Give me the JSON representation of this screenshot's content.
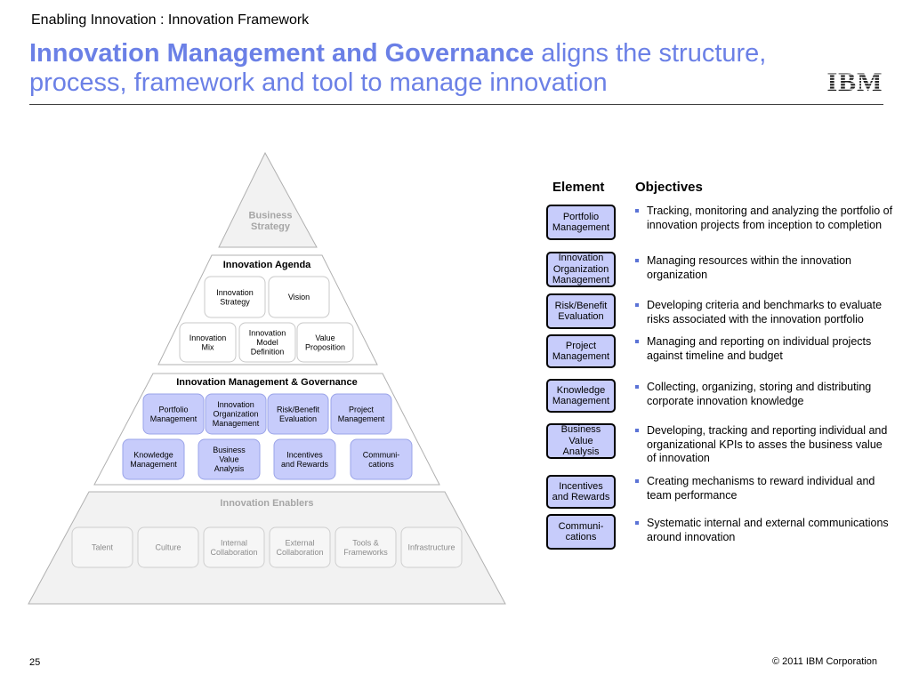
{
  "slide": {
    "kicker": "Enabling Innovation : Innovation Framework",
    "title_bold": "Innovation Management and Governance",
    "title_rest_line1": " aligns the structure,",
    "title_line2": "process, framework and tool to manage innovation",
    "logo": "IBM",
    "page_number": "25",
    "copyright": "© 2011 IBM Corporation"
  },
  "pyramid": {
    "apex_label": [
      "Business",
      "Strategy"
    ],
    "agenda": {
      "title": "Innovation Agenda",
      "row1": [
        [
          "Innovation",
          "Strategy"
        ],
        [
          "Vision"
        ]
      ],
      "row2": [
        [
          "Innovation",
          "Mix"
        ],
        [
          "Innovation",
          "Model",
          "Definition"
        ],
        [
          "Value",
          "Proposition"
        ]
      ]
    },
    "governance": {
      "title": "Innovation Management & Governance",
      "row1": [
        [
          "Portfolio",
          "Management"
        ],
        [
          "Innovation",
          "Organization",
          "Management"
        ],
        [
          "Risk/Benefit",
          "Evaluation"
        ],
        [
          "Project",
          "Management"
        ]
      ],
      "row2": [
        [
          "Knowledge",
          "Management"
        ],
        [
          "Business",
          "Value",
          "Analysis"
        ],
        [
          "Incentives",
          "and Rewards"
        ],
        [
          "Communi-",
          "cations"
        ]
      ]
    },
    "enablers": {
      "title": "Innovation Enablers",
      "items": [
        [
          "Talent"
        ],
        [
          "Culture"
        ],
        [
          "Internal",
          "Collaboration"
        ],
        [
          "External",
          "Collaboration"
        ],
        [
          "Tools &",
          "Frameworks"
        ],
        [
          "Infrastructure"
        ]
      ]
    }
  },
  "table": {
    "header_element": "Element",
    "header_objectives": "Objectives",
    "rows": [
      {
        "element": "Portfolio\nManagement",
        "objective": "Tracking, monitoring and analyzing the portfolio of innovation projects from inception to completion"
      },
      {
        "element": "Innovation\nOrganization\nManagement",
        "objective": "Managing resources within the innovation organization"
      },
      {
        "element": "Risk/Benefit\nEvaluation",
        "objective": "Developing criteria and benchmarks to evaluate risks associated with the innovation portfolio"
      },
      {
        "element": "Project\nManagement",
        "objective": "Managing and reporting on individual projects against timeline and budget"
      },
      {
        "element": "Knowledge\nManagement",
        "objective": "Collecting, organizing, storing and distributing corporate innovation knowledge"
      },
      {
        "element": "Business\nValue\nAnalysis",
        "objective": "Developing, tracking and reporting  individual and organizational KPIs to asses the business value of innovation"
      },
      {
        "element": "Incentives\nand Rewards",
        "objective": "Creating mechanisms to reward individual and team performance"
      },
      {
        "element": "Communi-\ncations",
        "objective": "Systematic internal and external communications around innovation"
      }
    ]
  },
  "colors": {
    "title_blue": "#6b80e6",
    "box_fill": "#c7ccfb",
    "pyramid_fill": "#f2f2f2",
    "bullet": "#5b73d6"
  }
}
